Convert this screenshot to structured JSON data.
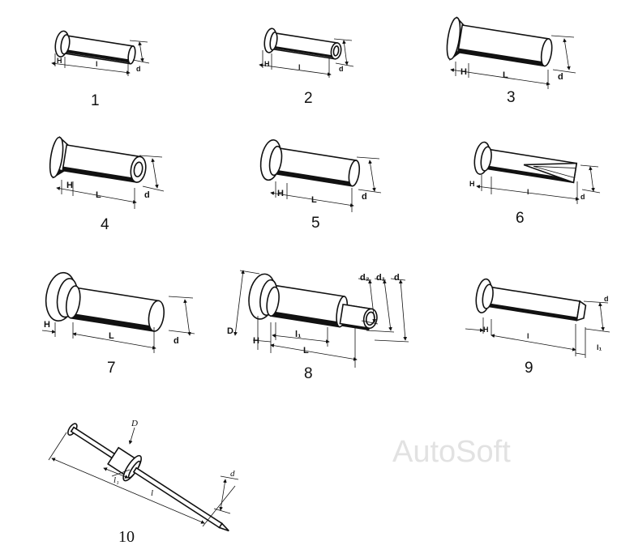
{
  "labels": {
    "n1": "1",
    "n2": "2",
    "n3": "3",
    "n4": "4",
    "n5": "5",
    "n6": "6",
    "n7": "7",
    "n8": "8",
    "n9": "9",
    "n10": "10"
  },
  "dims": {
    "H": "H",
    "L": "L",
    "l": "l",
    "l1": "l₁",
    "d": "d",
    "D": "D",
    "d1": "d₁",
    "d2": "d₂"
  },
  "watermark": "AutoSoft",
  "colors": {
    "line": "#111111",
    "watermark": "#e2e2e2"
  }
}
